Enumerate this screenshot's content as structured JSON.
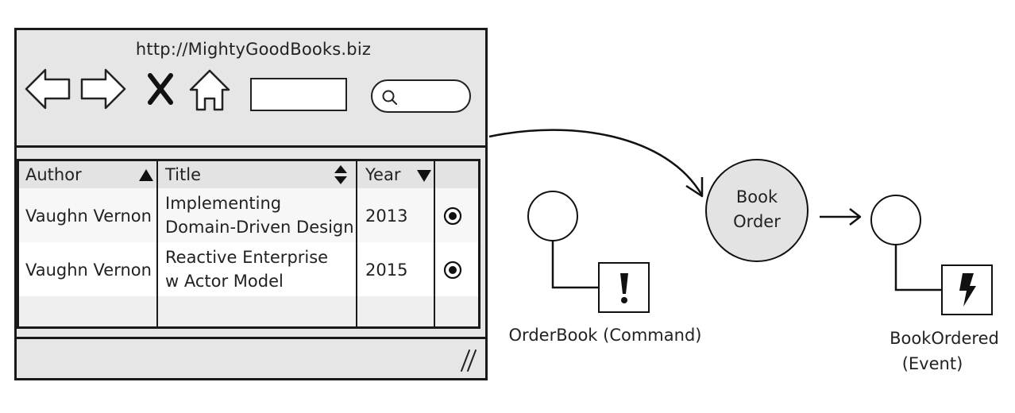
{
  "browser": {
    "url": "http://MightyGoodBooks.biz",
    "icons": [
      "back-arrow-icon",
      "forward-arrow-icon",
      "stop-x-icon",
      "home-icon",
      "search-icon",
      "resize-grip-icon"
    ],
    "address_value": "",
    "search_value": "",
    "table": {
      "columns": [
        {
          "label": "Author",
          "sort": "ascending"
        },
        {
          "label": "Title",
          "sort": "both"
        },
        {
          "label": "Year",
          "sort": "descending"
        },
        {
          "label": ""
        }
      ],
      "rows": [
        {
          "author": "Vaughn Vernon",
          "title_line1": "Implementing",
          "title_line2": "Domain-Driven Design",
          "year": "2013",
          "selected": true
        },
        {
          "author": "Vaughn Vernon",
          "title_line1": "Reactive Enterprise",
          "title_line2": "w Actor Model",
          "year": "2015",
          "selected": true
        }
      ]
    }
  },
  "diagram": {
    "command_label": "OrderBook (Command)",
    "aggregate_line1": "Book",
    "aggregate_line2": "Order",
    "event_line1": "BookOrdered",
    "event_line2": "(Event)",
    "command_icon": "exclamation-icon",
    "event_icon": "lightning-icon",
    "aggregate_fill": "#e3e3e3"
  }
}
